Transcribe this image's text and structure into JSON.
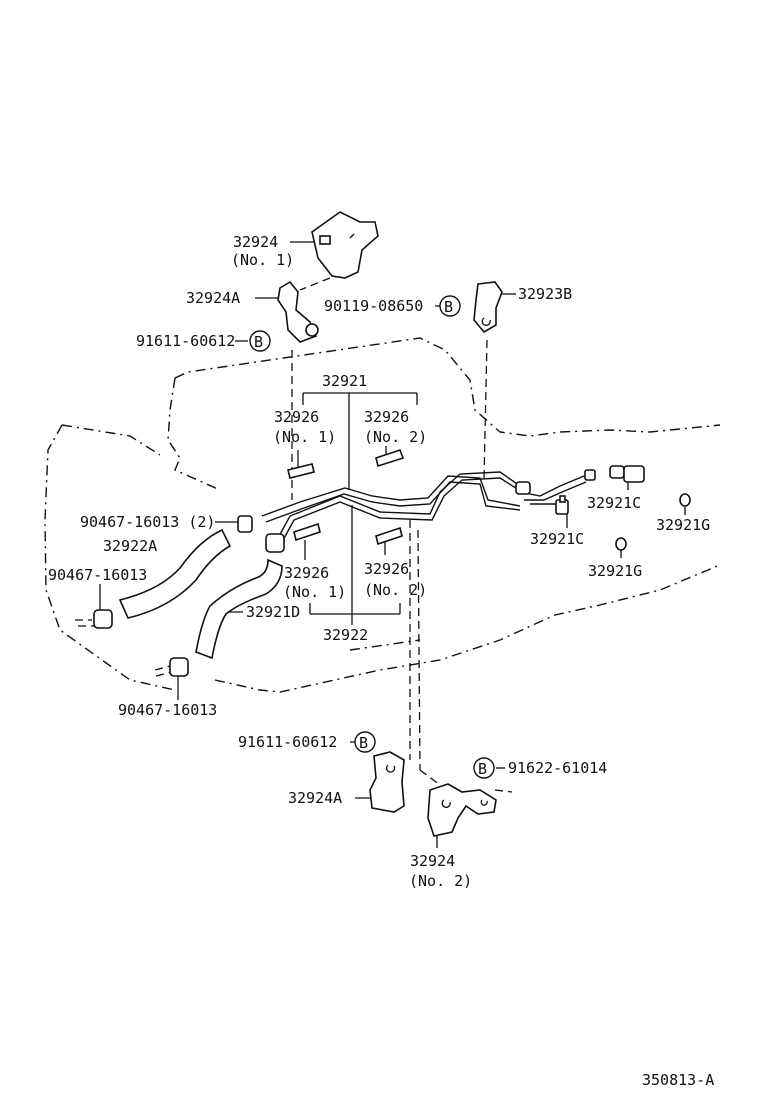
{
  "labels": {
    "p32924_no1_num": "32924",
    "p32924_no1_sub": "(No. 1)",
    "p32924A_top": "32924A",
    "p91611_top": "91611-60612",
    "p90119": "90119-08650",
    "p32923B": "32923B",
    "p32921": "32921",
    "p32926_a_num": "32926",
    "p32926_a_sub": "(No. 1)",
    "p32926_b_num": "32926",
    "p32926_b_sub": "(No. 2)",
    "p90467_2": "90467-16013 (2)",
    "p32922A": "32922A",
    "p90467_left": "90467-16013",
    "p32921D": "32921D",
    "p32926_c_num": "32926",
    "p32926_c_sub": "(No. 1)",
    "p32926_d_num": "32926",
    "p32926_d_sub": "(No. 2)",
    "p32922": "32922",
    "p90467_bottom": "90467-16013",
    "p32921C_a": "32921C",
    "p32921C_b": "32921C",
    "p32921G_a": "32921G",
    "p32921G_b": "32921G",
    "p91611_bottom": "91611-60612",
    "p91622": "91622-61014",
    "p32924A_bottom": "32924A",
    "p32924_no2_num": "32924",
    "p32924_no2_sub": "(No. 2)",
    "b_marker": "B",
    "diagram_code": "350813-A"
  }
}
